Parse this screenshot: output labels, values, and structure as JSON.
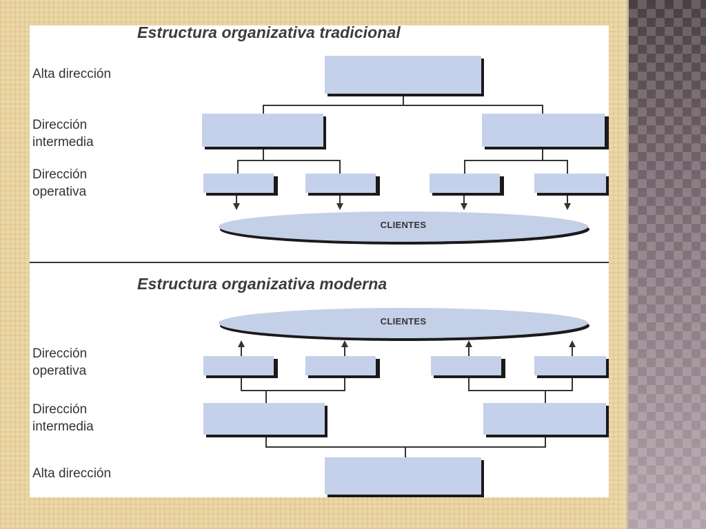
{
  "colors": {
    "box_fill": "#c5d0ea",
    "box_shadow": "#1a1a1a",
    "ellipse_fill": "#c4cfe8",
    "line": "#333333",
    "background": "#ecd8a6",
    "text": "#333333"
  },
  "traditional": {
    "title": "Estructura organizativa tradicional",
    "levels": {
      "alta": "Alta dirección",
      "intermedia_1": "Dirección",
      "intermedia_2": "intermedia",
      "operativa_1": "Dirección",
      "operativa_2": "operativa"
    },
    "clients": "CLIENTES"
  },
  "modern": {
    "title": "Estructura organizativa moderna",
    "levels": {
      "operativa_1": "Dirección",
      "operativa_2": "operativa",
      "intermedia_1": "Dirección",
      "intermedia_2": "intermedia",
      "alta": "Alta dirección"
    },
    "clients": "CLIENTES"
  }
}
